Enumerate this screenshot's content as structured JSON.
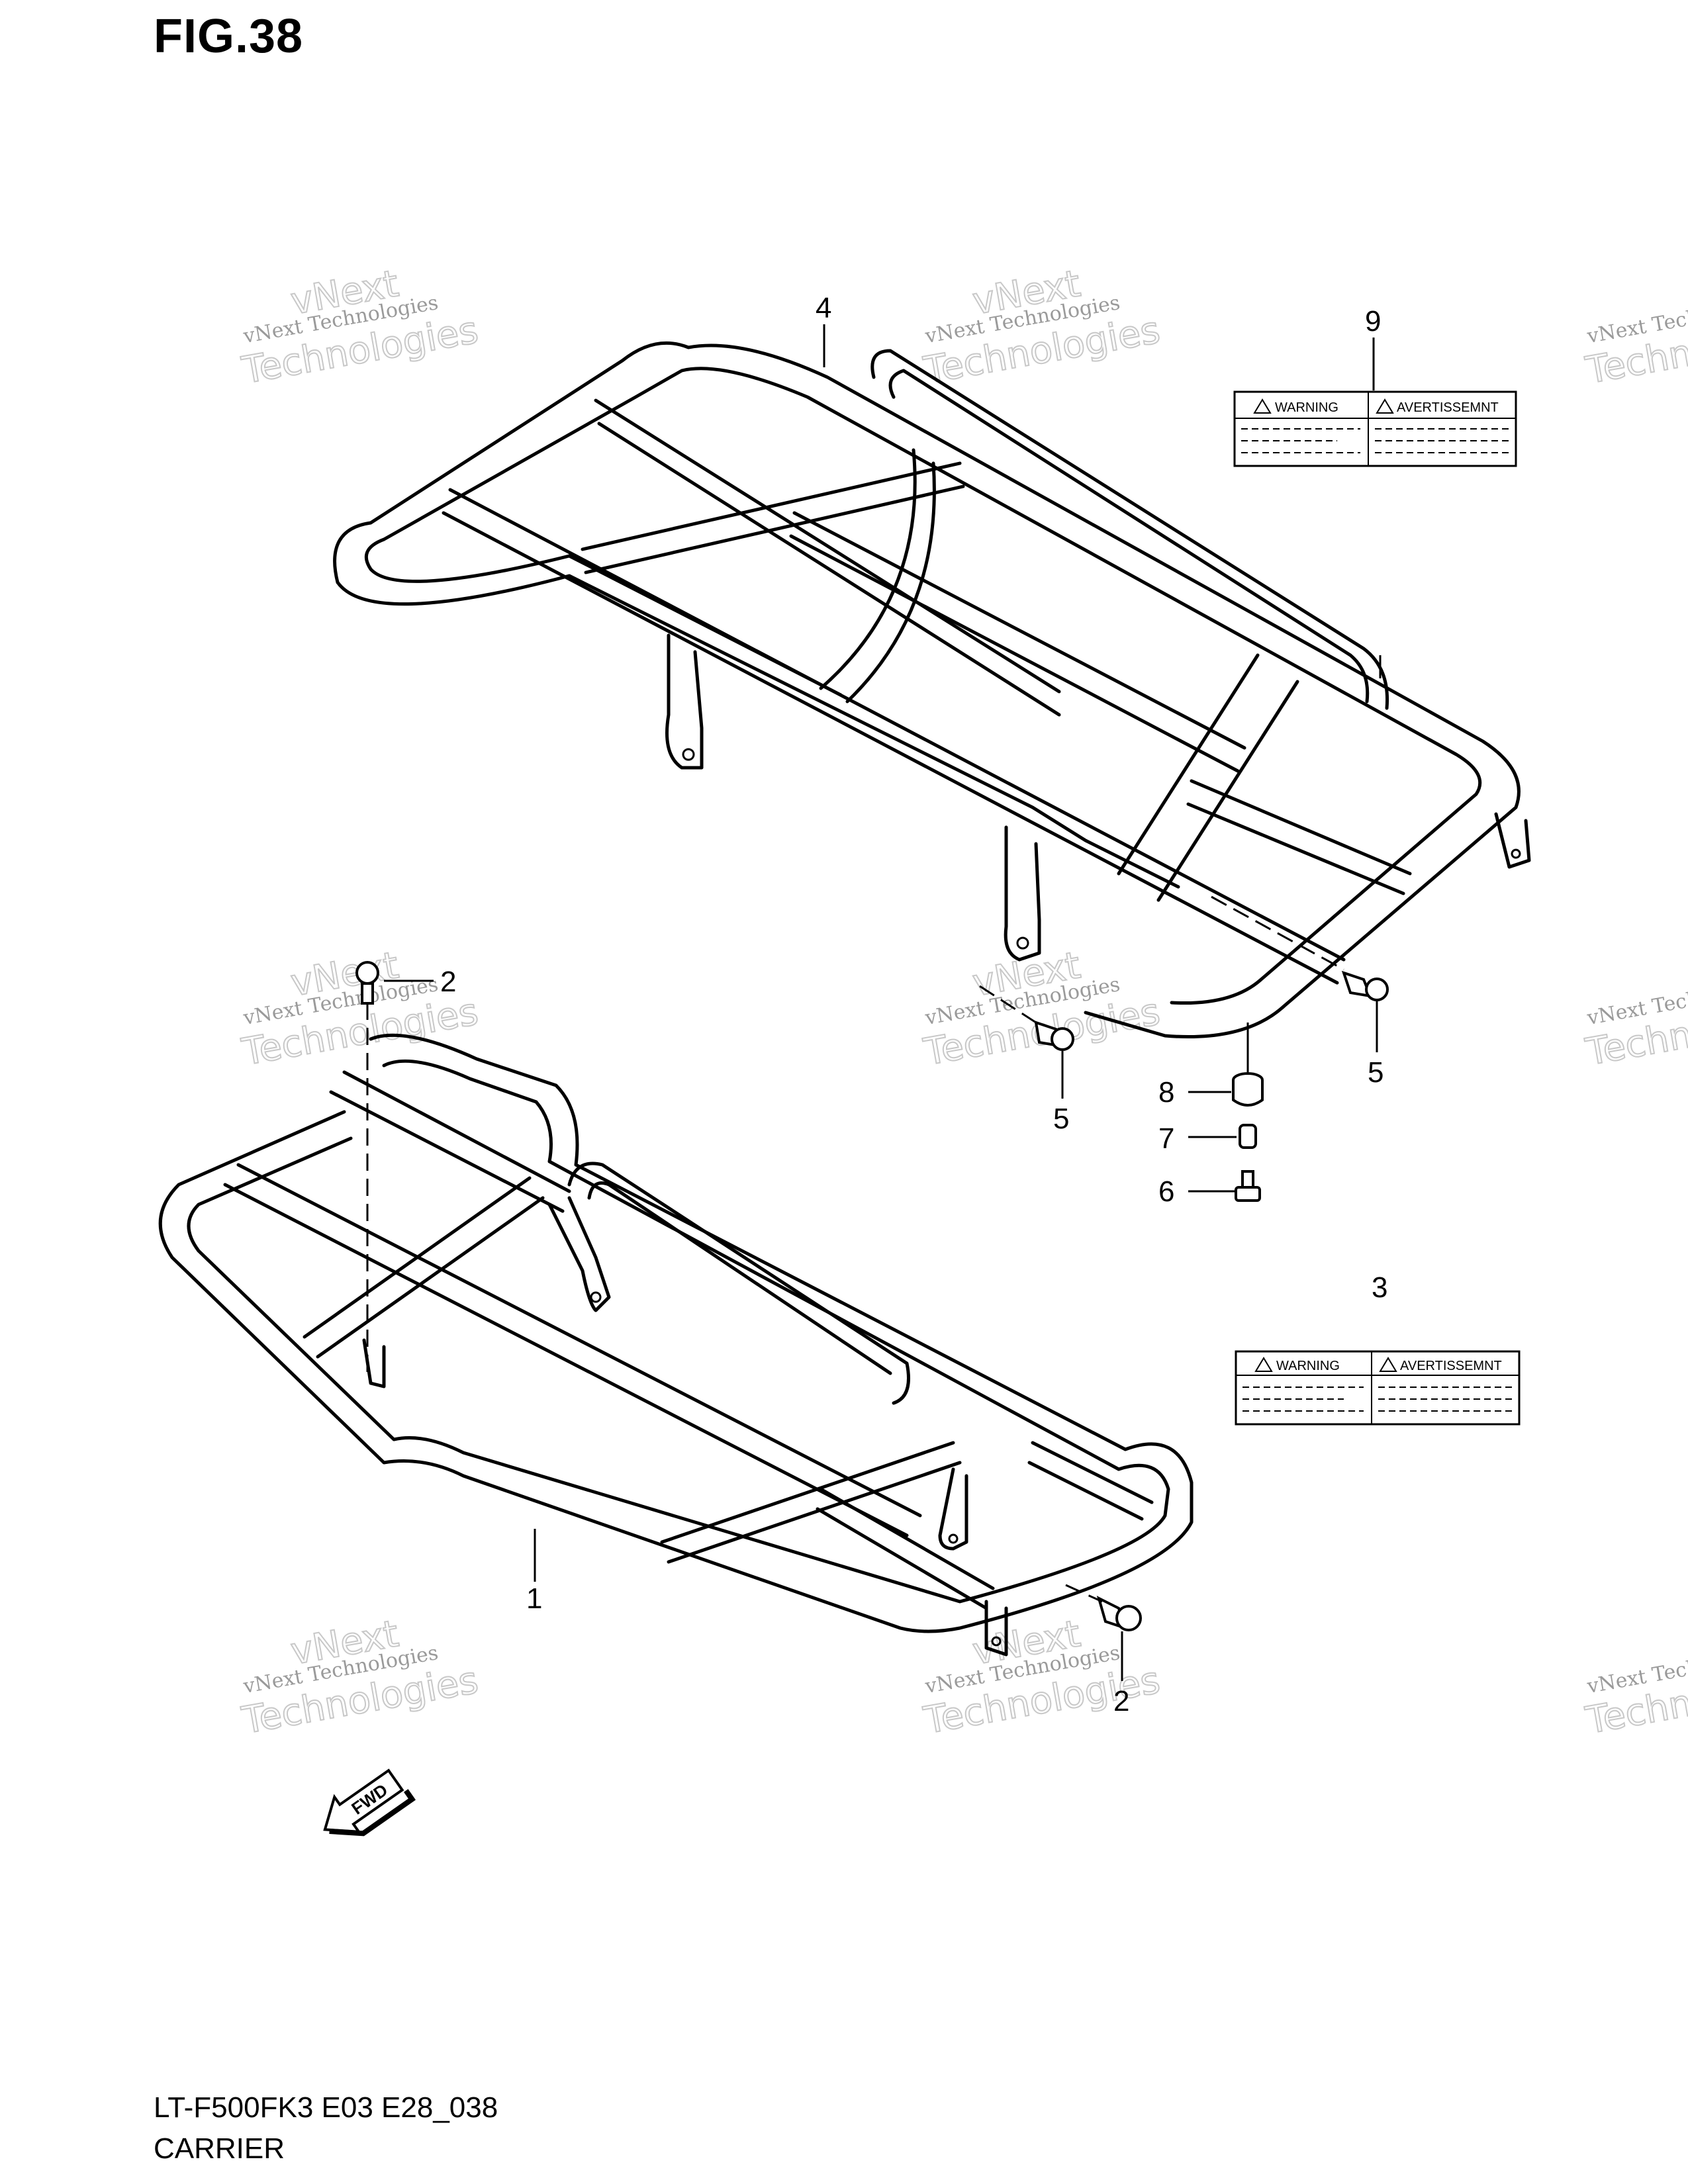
{
  "figure_title": "FIG.38",
  "footer": {
    "model_code": "LT-F500FK3 E03 E28_038",
    "section_name": "CARRIER"
  },
  "watermark": {
    "line1": "vNext Technologies",
    "line2": "Technologies",
    "line3": "vNext"
  },
  "labels": {
    "left_header": "WARNING",
    "right_header": "AVERTISSEMNT"
  },
  "callouts": {
    "c1": "1",
    "c2a": "2",
    "c2b": "2",
    "c3": "3",
    "c4": "4",
    "c5a": "5",
    "c5b": "5",
    "c6": "6",
    "c7": "7",
    "c8": "8",
    "c9": "9"
  },
  "fwd_arrow": "FWD"
}
